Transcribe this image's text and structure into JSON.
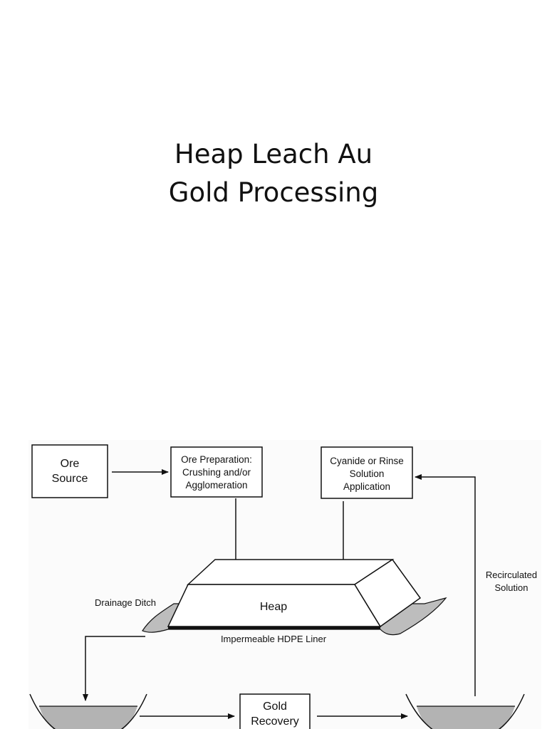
{
  "slide": {
    "title_line1": "Heap Leach Au",
    "title_line2": "Gold Processing"
  },
  "diagram": {
    "ore_source": [
      "Ore",
      "Source"
    ],
    "ore_preparation": [
      "Ore Preparation:",
      "Crushing and/or",
      "Agglomeration"
    ],
    "cyanide_application": [
      "Cyanide or Rinse",
      "Solution",
      "Application"
    ],
    "heap": "Heap",
    "drainage_ditch": "Drainage Ditch",
    "liner": "Impermeable HDPE Liner",
    "recirculated": [
      "Recirculated",
      "Solution"
    ],
    "gold_recovery": [
      "Gold",
      "Recovery"
    ]
  }
}
